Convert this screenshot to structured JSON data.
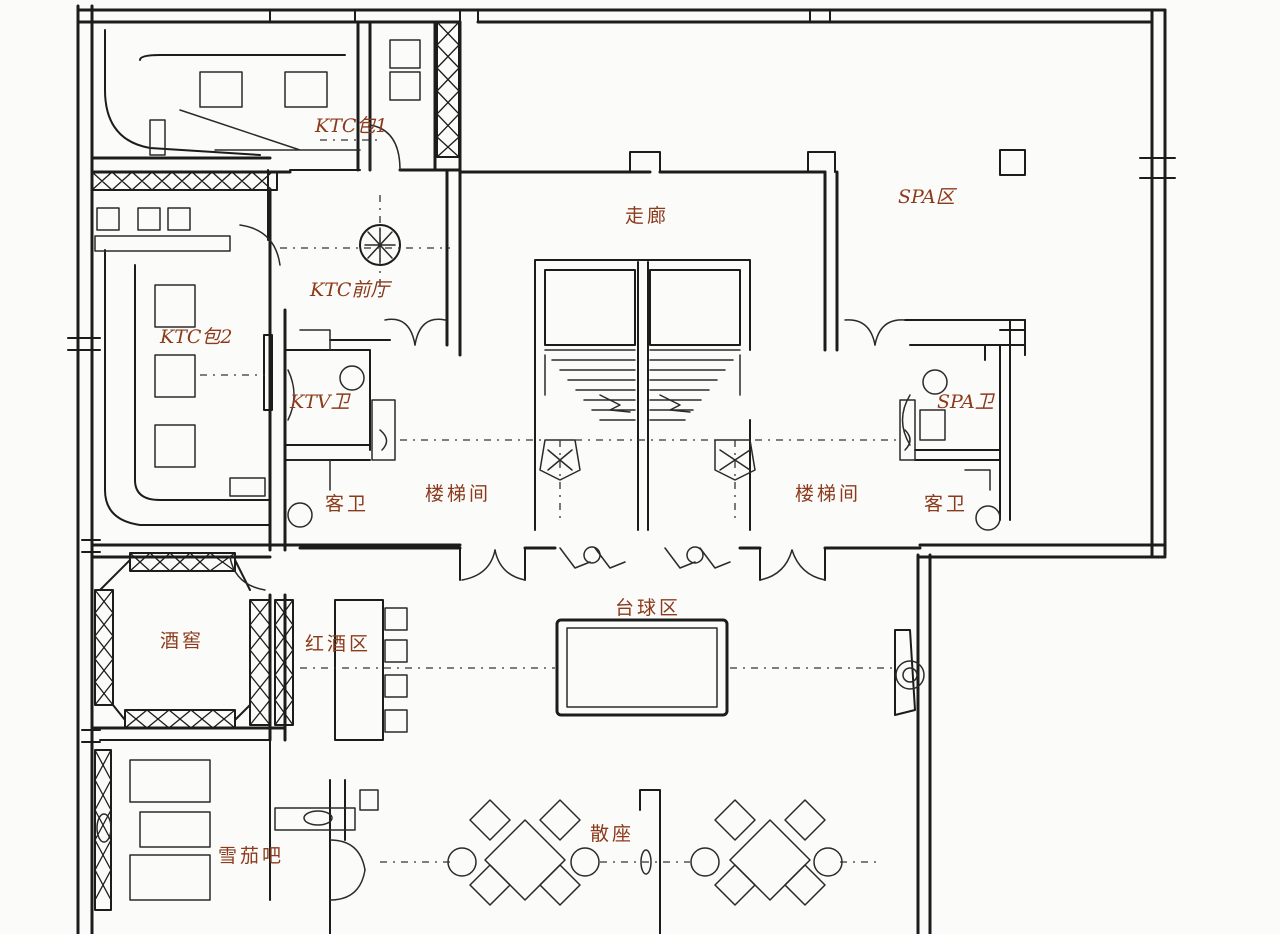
{
  "labels": {
    "ktv_room_1": "KTC包1",
    "ktv_room_2": "KTC包2",
    "ktv_lobby": "KTC前厅",
    "ktv_toilet": "KTV卫",
    "corridor": "走廊",
    "spa_area": "SPA区",
    "spa_toilet": "SPA卫",
    "guest_toilet_left": "客卫",
    "guest_toilet_right": "客卫",
    "stairwell_left": "楼梯间",
    "stairwell_right": "楼梯间",
    "billiards_area": "台球区",
    "wine_cellar": "酒窖",
    "wine_area": "红酒区",
    "cigar_bar": "雪茄吧",
    "lounge_seating": "散座"
  },
  "colors": {
    "ink": "#1c1c1c",
    "label": "#8c3a1c",
    "paper": "#fbfbf9"
  }
}
